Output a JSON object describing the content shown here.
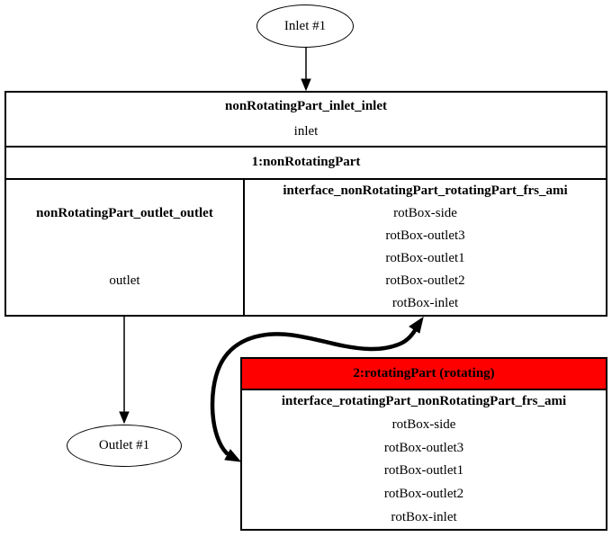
{
  "colors": {
    "rotating_header": "#ff0000",
    "edge": "#000000",
    "node_fill": "#ffffff",
    "node_border": "#000000"
  },
  "nodes": {
    "inlet": {
      "label": "Inlet #1"
    },
    "outlet": {
      "label": "Outlet #1"
    },
    "nonRotatingPart": {
      "title": "1:nonRotatingPart",
      "inlet_group": {
        "title": "nonRotatingPart_inlet_inlet",
        "port": "inlet"
      },
      "outlet_group": {
        "title": "nonRotatingPart_outlet_outlet",
        "port": "outlet"
      },
      "interface_group": {
        "title": "interface_nonRotatingPart_rotatingPart_frs_ami",
        "ports": [
          "rotBox-side",
          "rotBox-outlet3",
          "rotBox-outlet1",
          "rotBox-outlet2",
          "rotBox-inlet"
        ]
      }
    },
    "rotatingPart": {
      "title": "2:rotatingPart (rotating)",
      "interface_group": {
        "title": "interface_rotatingPart_nonRotatingPart_frs_ami",
        "ports": [
          "rotBox-side",
          "rotBox-outlet3",
          "rotBox-outlet1",
          "rotBox-outlet2",
          "rotBox-inlet"
        ]
      }
    }
  }
}
